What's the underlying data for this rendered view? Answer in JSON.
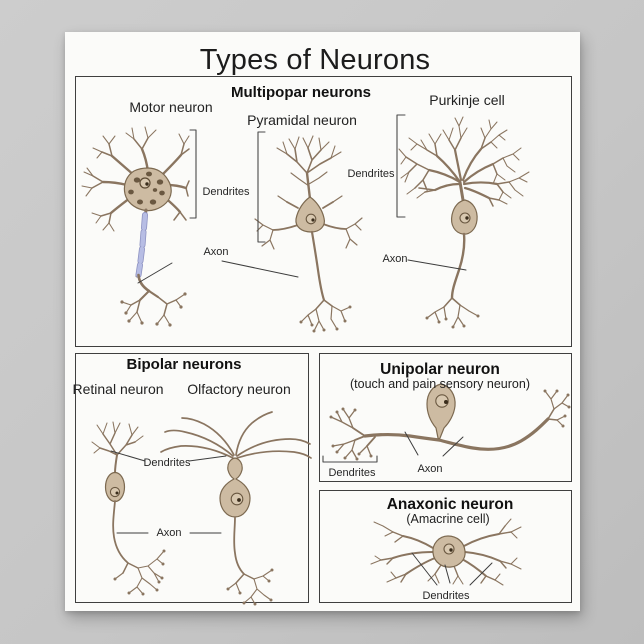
{
  "poster": {
    "title": "Types of Neurons"
  },
  "panels": {
    "multipolar": {
      "title": "Multipopar neurons",
      "neuron_names": {
        "motor": "Motor neuron",
        "pyramidal": "Pyramidal neuron",
        "purkinje": "Purkinje cell"
      },
      "labels": {
        "dendrites_motor": "Dendrites",
        "dendrites_purkinje": "Dendrites",
        "axon_shared": "Axon",
        "axon_purkinje": "Axon"
      }
    },
    "bipolar": {
      "title": "Bipolar neurons",
      "neuron_names": {
        "retinal": "Retinal neuron",
        "olfactory": "Olfactory neuron"
      },
      "labels": {
        "dendrites": "Dendrites",
        "axon": "Axon"
      }
    },
    "unipolar": {
      "title": "Unipolar neuron",
      "subtitle": "(touch and pain sensory neuron)",
      "labels": {
        "dendrites": "Dendrites",
        "axon": "Axon"
      }
    },
    "anaxonic": {
      "title": "Anaxonic neuron",
      "subtitle": "(Amacrine cell)",
      "labels": {
        "dendrites": "Dendrites"
      }
    }
  },
  "colors": {
    "branch": "#8a7560",
    "soma_fill": "#cdbba2",
    "soma_edge": "#7c6950",
    "nissl_spots": "#5d4b34",
    "myelin": "#b7bde4",
    "myelin_edge": "#8e93c2",
    "panel_border": "#3f3f3f",
    "paper": "#fbfbf9",
    "backdrop": "#c6c6c6"
  }
}
